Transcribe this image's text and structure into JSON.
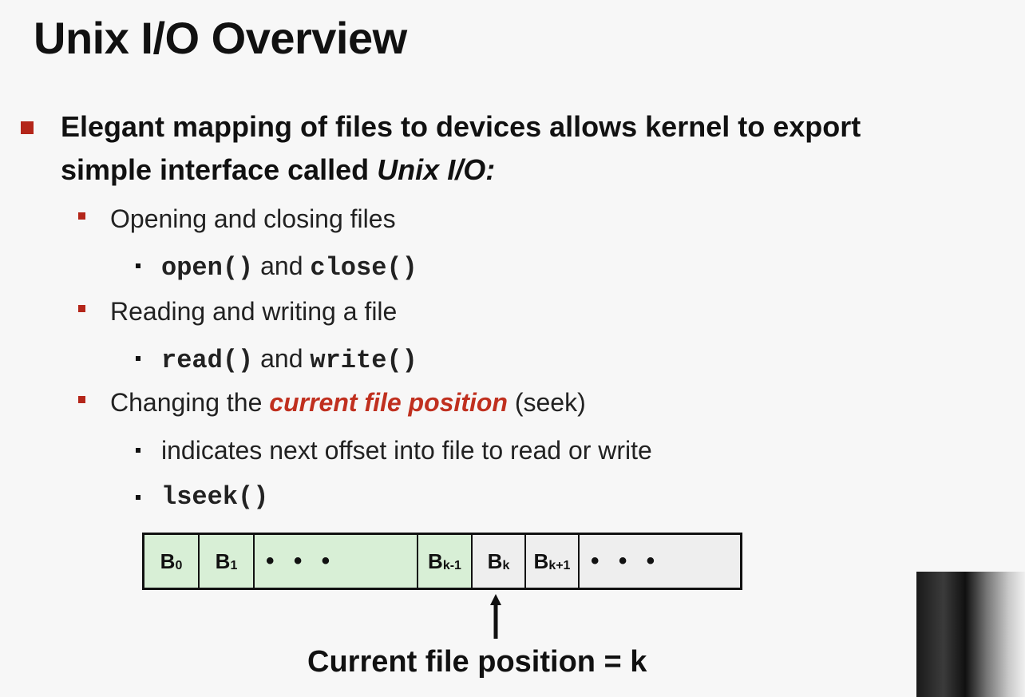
{
  "slide": {
    "title": "Unix I/O Overview",
    "main_bullet": {
      "line1": "Elegant mapping of files to devices allows kernel to export",
      "line2_prefix": "simple interface called ",
      "line2_italic": "Unix I/O:"
    },
    "items": [
      {
        "label": "Opening and closing files",
        "sub": {
          "fn1": "open()",
          "mid": " and ",
          "fn2": "close()"
        }
      },
      {
        "label": "Reading and writing a file",
        "sub": {
          "fn1": "read()",
          "mid": " and ",
          "fn2": "write()"
        }
      },
      {
        "label_prefix": "Changing the ",
        "label_highlight": "current file position",
        "label_suffix": " (seek)",
        "subs": [
          "indicates next offset into file to read or write",
          "lseek()"
        ]
      }
    ],
    "diagram": {
      "cells": [
        {
          "label": "B",
          "sub": "0",
          "fill": "#d8efd6"
        },
        {
          "label": "B",
          "sub": "1",
          "fill": "#d8efd6"
        },
        {
          "label": "• • •",
          "sub": "",
          "fill": "#d8efd6"
        },
        {
          "label": "B",
          "sub": "k-1",
          "fill": "#d8efd6"
        },
        {
          "label": "B",
          "sub": "k",
          "fill": "#eeeeee"
        },
        {
          "label": "B",
          "sub": "k+1",
          "fill": "#eeeeee"
        },
        {
          "label": "• • •",
          "sub": "",
          "fill": "#eeeeee"
        }
      ],
      "caption": "Current file position = k"
    }
  },
  "colors": {
    "accent": "#b4261a",
    "highlight": "#c0301f",
    "read_region": "#d8efd6",
    "unread_region": "#eeeeee"
  }
}
